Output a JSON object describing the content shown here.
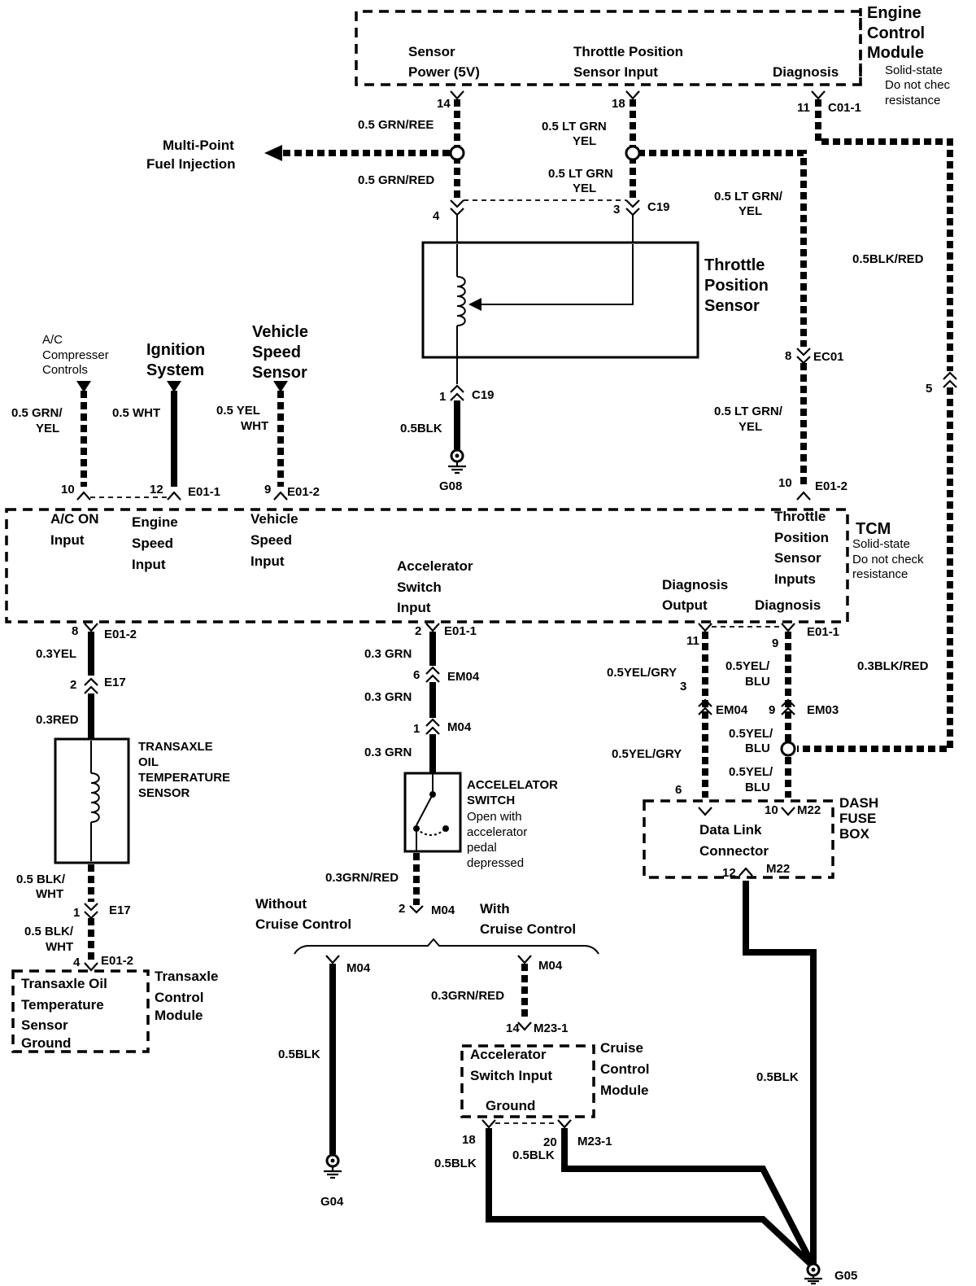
{
  "ecm": {
    "title": [
      "Engine",
      "Control",
      "Module"
    ],
    "note": [
      "Solid-state",
      "Do not chec",
      "resistance"
    ],
    "sensor_power": [
      "Sensor",
      "Power (5V)"
    ],
    "tps_input": [
      "Throttle Position",
      "Sensor Input"
    ],
    "diagnosis": "Diagnosis",
    "pin_14": "14",
    "pin_18": "18",
    "pin_11": "11",
    "connector": "C01-1"
  },
  "wires": {
    "grn_ree": "0.5 GRN/REE",
    "grn_red": "0.5 GRN/RED",
    "lt_grn_yel_1": [
      "0.5 LT GRN",
      "YEL"
    ],
    "lt_grn_yel_2": [
      "0.5 LT GRN",
      "YEL"
    ],
    "lt_grn_yel_3": [
      "0.5 LT GRN/",
      "YEL"
    ],
    "lt_grn_yel_4": [
      "0.5 LT GRN/",
      "YEL"
    ],
    "blk_red_1": "0.5BLK/RED",
    "blk_red_2": "0.3BLK/RED",
    "blk_tps": "0.5BLK",
    "ac_wire": [
      "0.5 GRN/",
      "YEL"
    ],
    "ign_wire": "0.5 WHT",
    "vss_wire": [
      "0.5 YEL",
      "WHT"
    ],
    "yel_03": "0.3YEL",
    "red_03": "0.3RED",
    "blk_wht_1": [
      "0.5 BLK/",
      "WHT"
    ],
    "blk_wht_2": [
      "0.5 BLK/",
      "WHT"
    ],
    "grn_03_a": "0.3 GRN",
    "grn_03_b": "0.3 GRN",
    "grn_03_c": "0.3 GRN",
    "grn_red_03": "0.3GRN/RED",
    "grn_red_03_b": "0.3GRN/RED",
    "blk_g04": "0.5BLK",
    "blk_18": "0.5BLK",
    "blk_20": "0.5BLK",
    "blk_g05": "0.5BLK",
    "yel_gry_1": [
      "0.5YEL/GRY",
      "3"
    ],
    "yel_gry_2": "0.5YEL/GRY",
    "yel_blu_1": [
      "0.5YEL/",
      "BLU"
    ],
    "yel_blu_2": [
      "0.5YEL/",
      "BLU"
    ],
    "yel_blu_3": [
      "0.5YEL/",
      "BLU"
    ]
  },
  "mpfi": [
    "Multi-Point",
    "Fuel Injection"
  ],
  "tps": {
    "title": [
      "Throttle",
      "Position",
      "Sensor"
    ],
    "pin_4": "4",
    "pin_3": "3",
    "pin_1": "1",
    "conn": "C19",
    "conn_b": "C19",
    "ground": "G08"
  },
  "inputs": {
    "ac": [
      "A/C",
      "Compresser",
      "Controls"
    ],
    "ign": [
      "Ignition",
      "System"
    ],
    "vss": [
      "Vehicle",
      "Speed",
      "Sensor"
    ]
  },
  "tcm": {
    "title": "TCM",
    "note": [
      "Solid-state",
      "Do not check",
      "resistance"
    ],
    "ac_on": [
      "A/C ON",
      "Input"
    ],
    "eng_speed": [
      "Engine",
      "Speed",
      "Input"
    ],
    "veh_speed": [
      "Vehicle",
      "Speed",
      "Input"
    ],
    "accel": [
      "Accelerator",
      "Switch",
      "Input"
    ],
    "diag_out": [
      "Diagnosis",
      "Output"
    ],
    "tp_inputs": [
      "Throttle",
      "Position",
      "Sensor",
      "Inputs"
    ],
    "diagnosis": "Diagnosis",
    "pin_10": "10",
    "pin_12": "12",
    "pin_9": "9",
    "pin_10b": "10",
    "pin_8": "8",
    "pin_2": "2",
    "pin_11": "11",
    "pin_9b": "9",
    "e01_1": "E01-1",
    "e01_2": "E01-2",
    "e01_2b": "E01-2",
    "e01_2c": "E01-2",
    "e01_1b": "E01-1",
    "e01_1c": "E01-1"
  },
  "ec01": {
    "pin": "8",
    "conn": "EC01"
  },
  "pin5": "5",
  "tots": {
    "title": [
      "TRANSAXLE",
      "OIL",
      "TEMPERATURE",
      "SENSOR"
    ],
    "pin_2": "2",
    "e17": "E17",
    "pin_1": "1",
    "e17b": "E17",
    "pin_4": "4",
    "e01_2": "E01-2",
    "ground_box": [
      "Transaxle Oil",
      "Temperature",
      "Sensor",
      "Ground"
    ],
    "tcm_label": [
      "Transaxle",
      "Control",
      "Module"
    ]
  },
  "accel": {
    "pin_6": "6",
    "em04": "EM04",
    "pin_1": "1",
    "m04": "M04",
    "title": [
      "ACCELELATOR",
      "SWITCH"
    ],
    "note": [
      "Open with",
      "accelerator",
      "pedal",
      "depressed"
    ],
    "pin_2": "2",
    "m04b": "M04",
    "without": [
      "Without",
      "Cruise Control"
    ],
    "with": [
      "With",
      "Cruise Control"
    ],
    "m04c": "M04",
    "m04d": "M04",
    "g04": "G04"
  },
  "ccm": {
    "pin_14": "14",
    "m23": "M23-1",
    "accel_input": [
      "Accelerator",
      "Switch Input"
    ],
    "ground": "Ground",
    "title": [
      "Cruise",
      "Control",
      "Module"
    ],
    "pin_18": "18",
    "pin_20": "20",
    "m23b": "M23-1"
  },
  "dlc": {
    "em04": "EM04",
    "pin_9": "9",
    "em03": "EM03",
    "pin_6": "6",
    "pin_10": "10",
    "m22": "M22",
    "title": [
      "Data Link",
      "Connector"
    ],
    "fuse_box": [
      "DASH",
      "FUSE",
      "BOX"
    ],
    "pin_12": "12",
    "m22b": "M22",
    "g05": "G05"
  }
}
